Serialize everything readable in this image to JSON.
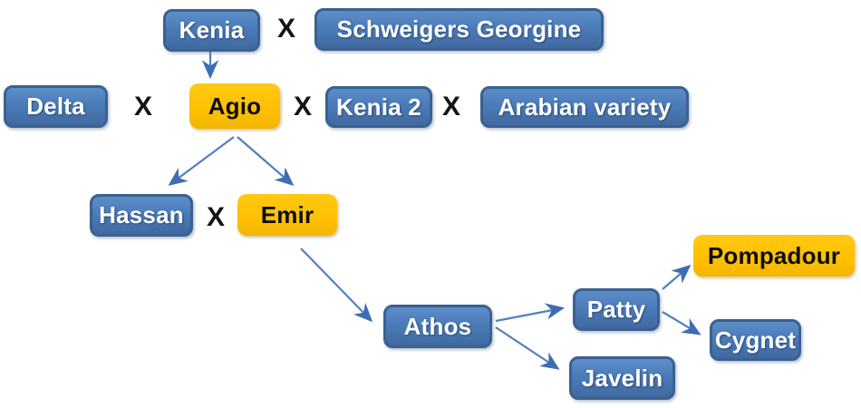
{
  "diagram": {
    "cross_symbol": "X",
    "colors": {
      "node_blue_fill": "#4B7CBA",
      "node_blue_border": "#3A6191",
      "node_orange_fill": "#FFC000",
      "text_on_blue": "#FFFFFF",
      "text_on_orange": "#000000",
      "arrow": "#537FC0"
    },
    "nodes": {
      "kenia": {
        "label": "Kenia",
        "variant": "blue"
      },
      "schweigers": {
        "label": "Schweigers Georgine",
        "variant": "blue"
      },
      "delta": {
        "label": "Delta",
        "variant": "blue"
      },
      "agio": {
        "label": "Agio",
        "variant": "orange"
      },
      "kenia2": {
        "label": "Kenia 2",
        "variant": "blue"
      },
      "arabian": {
        "label": "Arabian variety",
        "variant": "blue"
      },
      "hassan": {
        "label": "Hassan",
        "variant": "blue"
      },
      "emir": {
        "label": "Emir",
        "variant": "orange"
      },
      "athos": {
        "label": "Athos",
        "variant": "blue"
      },
      "patty": {
        "label": "Patty",
        "variant": "blue"
      },
      "javelin": {
        "label": "Javelin",
        "variant": "blue"
      },
      "cygnet": {
        "label": "Cygnet",
        "variant": "blue"
      },
      "pompadour": {
        "label": "Pompadour",
        "variant": "orange"
      }
    },
    "crosses": [
      {
        "between": [
          "Kenia",
          "Schweigers Georgine"
        ]
      },
      {
        "between": [
          "Delta",
          "Agio"
        ]
      },
      {
        "between": [
          "Agio",
          "Kenia 2"
        ]
      },
      {
        "between": [
          "Kenia 2",
          "Arabian variety"
        ]
      },
      {
        "between": [
          "Hassan",
          "Emir"
        ]
      }
    ],
    "edges": [
      {
        "from": "Kenia",
        "to": "Agio"
      },
      {
        "from": "Agio",
        "to": "Hassan"
      },
      {
        "from": "Agio",
        "to": "Emir"
      },
      {
        "from": "Emir",
        "to": "Athos"
      },
      {
        "from": "Athos",
        "to": "Patty"
      },
      {
        "from": "Athos",
        "to": "Javelin"
      },
      {
        "from": "Patty",
        "to": "Pompadour"
      },
      {
        "from": "Patty",
        "to": "Cygnet"
      }
    ]
  }
}
